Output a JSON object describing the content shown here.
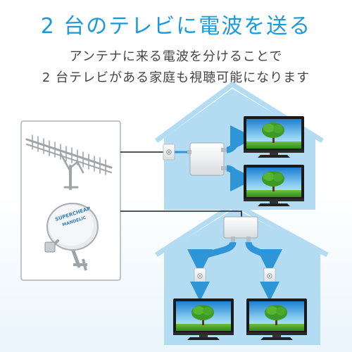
{
  "headline": "2 台のテレビに電波を送る",
  "subtitle": {
    "line1": "アンテナに来る電波を分けることで",
    "line2": "2 台テレビがある家庭も視聴可能になります"
  },
  "dish_brand": {
    "line1": "SUPERCHEAP",
    "line2": "MANDELIC"
  },
  "colors": {
    "accent": "#1a9ad8",
    "house": "#b3dcf2",
    "arrow": "#2e96d6"
  }
}
